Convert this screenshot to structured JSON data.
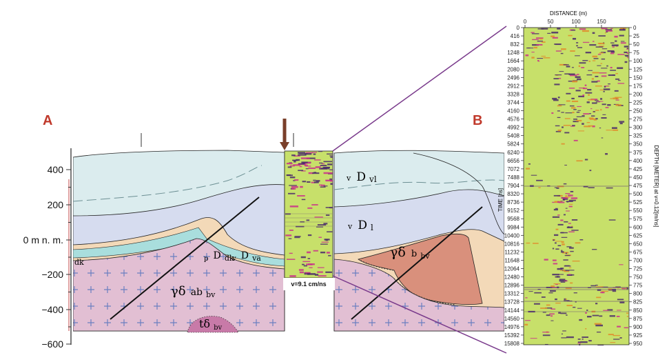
{
  "panel_a": {
    "letter": "A",
    "y_ticks": [
      "400",
      "200",
      "0 m n. m.",
      "−200",
      "−400",
      "−600"
    ],
    "velocity_label": "v=9.1 cm/ns",
    "units": {
      "v_dvl": {
        "pre": "v",
        "main": "D",
        "sub": "vl"
      },
      "v_dl": {
        "pre": "v",
        "main": "D",
        "sub": "l"
      },
      "gd_bbv": {
        "main": "γδ",
        "mid": "b",
        "sub": "bv"
      },
      "p_ddk": {
        "pre": "p",
        "main": "D",
        "sub": "dk"
      },
      "v_dva": {
        "pre": "v",
        "main": "D",
        "sub": "va"
      },
      "dk": "dk",
      "gd_abbv": {
        "main": "γδ",
        "sub": "ab",
        "sub2": "bv"
      },
      "td_bv": {
        "main": "tδ",
        "sub": "bv"
      }
    }
  },
  "panel_b": {
    "letter": "B",
    "top_axis_title": "DISTANCE (m)",
    "top_ticks": [
      "0",
      "50",
      "100",
      "150"
    ],
    "left_axis_title": "TIME [ns]",
    "left_ticks": [
      "0",
      "416",
      "832",
      "1248",
      "1664",
      "2080",
      "2496",
      "2912",
      "3328",
      "3744",
      "4160",
      "4576",
      "4992",
      "5408",
      "5824",
      "6240",
      "6656",
      "7072",
      "7488",
      "7904",
      "8320",
      "8736",
      "9152",
      "9568",
      "9984",
      "10400",
      "10816",
      "11232",
      "11648",
      "12064",
      "12480",
      "12896",
      "13312",
      "13728",
      "14144",
      "14560",
      "14976",
      "15392",
      "15808"
    ],
    "right_axis_title": "DEPTH [METER] at v=0.12[m/ns]",
    "right_ticks": [
      "0",
      "25",
      "50",
      "75",
      "100",
      "125",
      "150",
      "175",
      "200",
      "225",
      "250",
      "275",
      "300",
      "325",
      "350",
      "375",
      "400",
      "425",
      "450",
      "475",
      "500",
      "525",
      "550",
      "575",
      "600",
      "625",
      "650",
      "675",
      "700",
      "725",
      "750",
      "775",
      "800",
      "825",
      "850",
      "875",
      "900",
      "925",
      "950"
    ]
  },
  "colors": {
    "letters": "#c0392b",
    "top_unit": "#dbecee",
    "mid_unit": "#d6dcef",
    "granite": "#e2bfd3",
    "granite_cross": "#6a7fc0",
    "pink_intrusion": "#d9907c",
    "sediment_band": "#f3d9b8",
    "cyan_band": "#a9dedd",
    "gpr_bg": "#c7e06a",
    "gpr_anomaly": "#4a2a6b",
    "connector": "#7a3b8c",
    "arrow": "#7a3f2a"
  }
}
